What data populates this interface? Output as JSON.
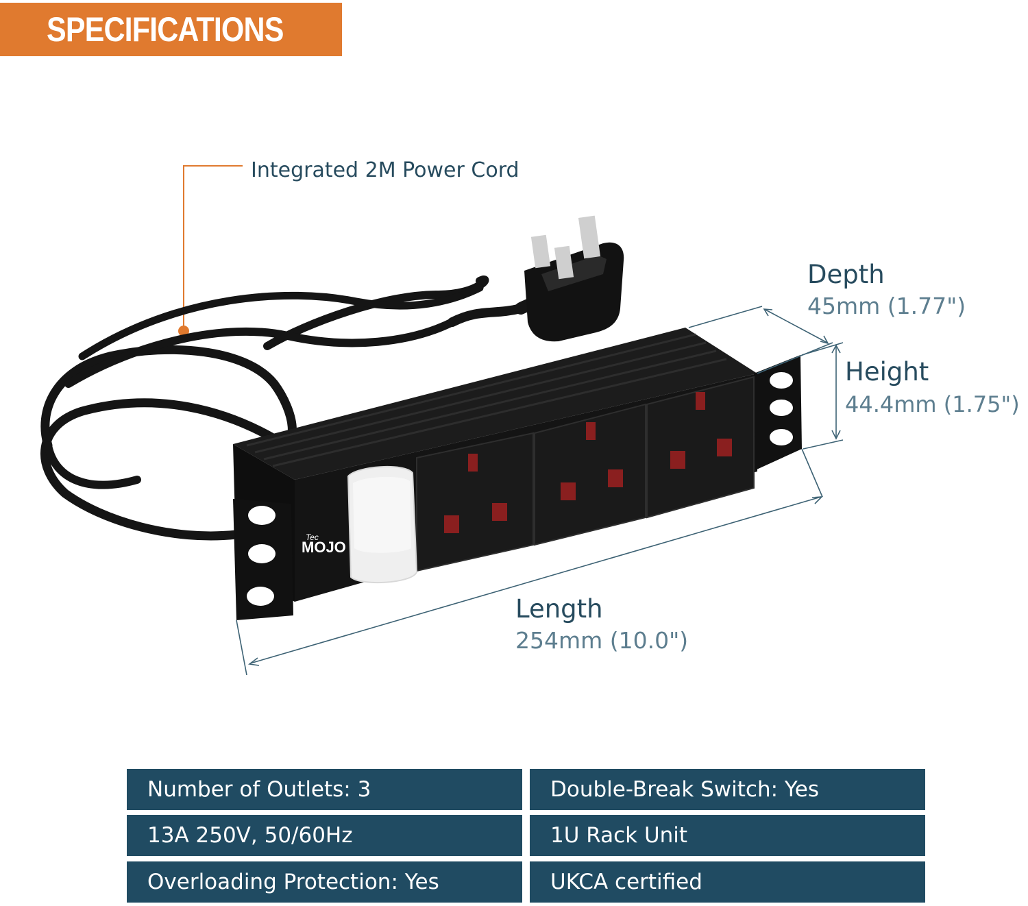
{
  "header": {
    "title": "SPECIFICATIONS"
  },
  "callouts": {
    "power_cord": "Integrated 2M Power Cord"
  },
  "dimensions": {
    "depth": {
      "label": "Depth",
      "value": "45mm (1.77\")"
    },
    "height": {
      "label": "Height",
      "value": "44.4mm (1.75\")"
    },
    "length": {
      "label": "Length",
      "value": "254mm (10.0\")"
    }
  },
  "product": {
    "brand_small": "Tec",
    "brand": "MOJO"
  },
  "specs": [
    {
      "left": "Number of Outlets: 3",
      "right": "Double-Break Switch: Yes"
    },
    {
      "left": "13A 250V, 50/60Hz",
      "right": "1U Rack Unit"
    },
    {
      "left": "Overloading Protection: Yes",
      "right": "UKCA certified"
    }
  ],
  "colors": {
    "accent": "#e07a2f",
    "table_bg": "#204b62",
    "text_dark": "#274b5e"
  }
}
